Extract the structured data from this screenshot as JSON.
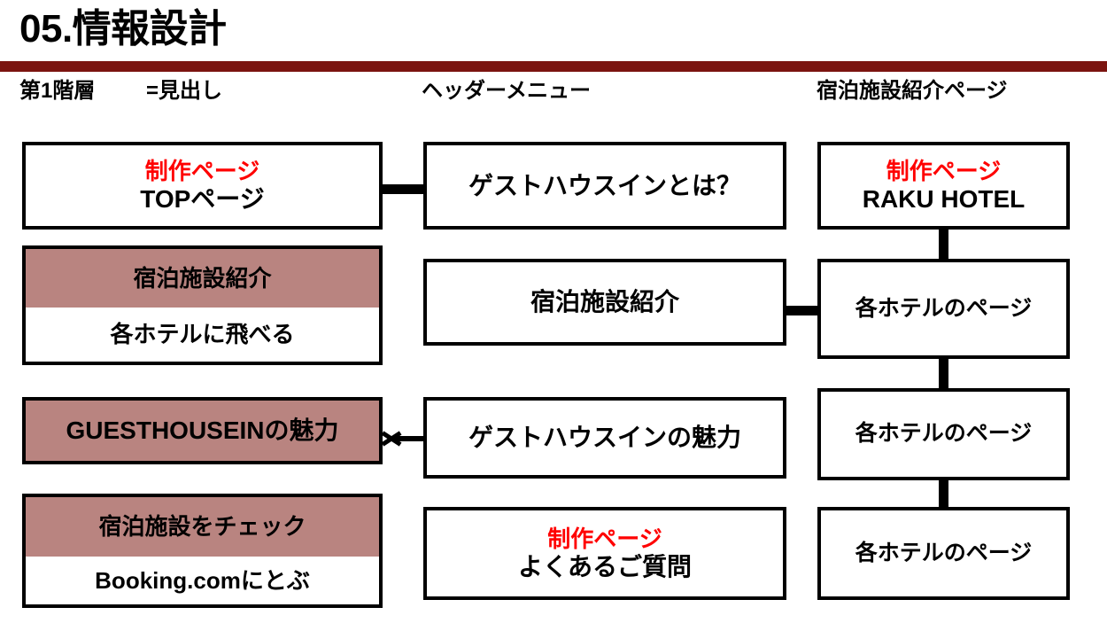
{
  "slide": {
    "title": "05.情報設計",
    "rule_color": "#7b1410"
  },
  "colors": {
    "accent_bar": "#7b1410",
    "band_fill": "#b98480",
    "highlight_text": "#ff0000",
    "box_border": "#000000",
    "box_fill": "#ffffff"
  },
  "captions": {
    "col1_a": "第1階層",
    "col1_b": "=見出し",
    "col2": "ヘッダーメニュー",
    "col3": "宿泊施設紹介ページ"
  },
  "columns": {
    "col1": [
      {
        "tag": "制作ページ",
        "label": "TOPページ",
        "banded": false
      },
      {
        "band": "宿泊施設紹介",
        "label": "各ホテルに飛べる",
        "banded": true
      },
      {
        "band": "GUESTHOUSEINの魅力",
        "banded": true,
        "full_band": true
      },
      {
        "band": "宿泊施設をチェック",
        "label": "Booking.comにとぶ",
        "banded": true
      }
    ],
    "col2": [
      {
        "label": "ゲストハウスインとは？"
      },
      {
        "label": "宿泊施設紹介"
      },
      {
        "label": "ゲストハウスインの魅力"
      },
      {
        "tag": "制作ページ",
        "label": "よくあるご質問"
      }
    ],
    "col3": [
      {
        "tag": "制作ページ",
        "label": "RAKU HOTEL"
      },
      {
        "label": "各ホテルのページ"
      },
      {
        "label": "各ホテルのページ"
      },
      {
        "label": "各ホテルのページ"
      }
    ]
  }
}
